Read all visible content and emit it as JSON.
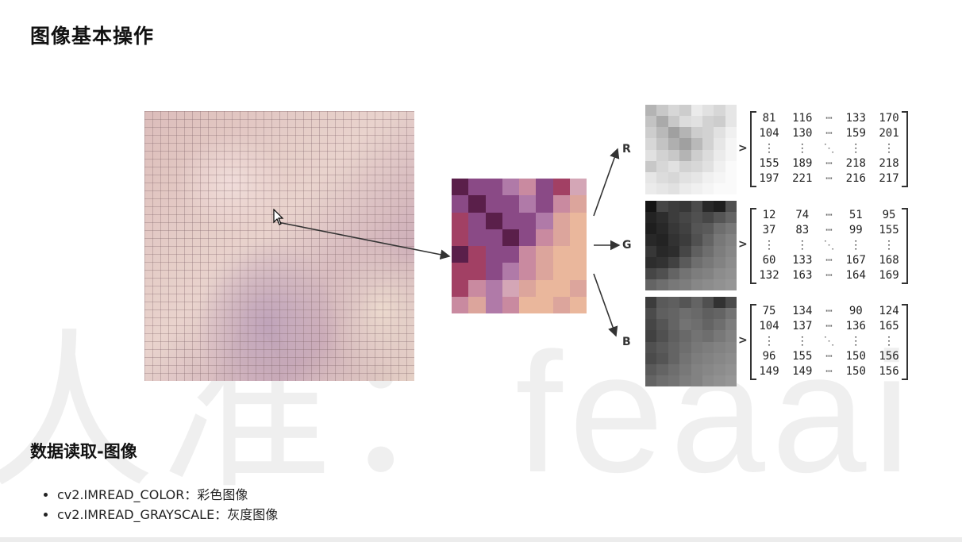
{
  "page": {
    "title": "图像基本操作",
    "section_title": "数据读取-图像",
    "bullets": [
      "cv2.IMREAD_COLOR：彩色图像",
      "cv2.IMREAD_GRAYSCALE：灰度图像"
    ]
  },
  "figure": {
    "channels": [
      {
        "label": "R",
        "rows": [
          [
            "81",
            "116",
            "⋯",
            "133",
            "170"
          ],
          [
            "104",
            "130",
            "⋯",
            "159",
            "201"
          ],
          [
            "⋮",
            "⋮",
            "⋱",
            "⋮",
            "⋮"
          ],
          [
            "155",
            "189",
            "⋯",
            "218",
            "218"
          ],
          [
            "197",
            "221",
            "⋯",
            "216",
            "217"
          ]
        ]
      },
      {
        "label": "G",
        "rows": [
          [
            "12",
            "74",
            "⋯",
            "51",
            "95"
          ],
          [
            "37",
            "83",
            "⋯",
            "99",
            "155"
          ],
          [
            "⋮",
            "⋮",
            "⋱",
            "⋮",
            "⋮"
          ],
          [
            "60",
            "133",
            "⋯",
            "167",
            "168"
          ],
          [
            "132",
            "163",
            "⋯",
            "164",
            "169"
          ]
        ]
      },
      {
        "label": "B",
        "rows": [
          [
            "75",
            "134",
            "⋯",
            "90",
            "124"
          ],
          [
            "104",
            "137",
            "⋯",
            "136",
            "165"
          ],
          [
            "⋮",
            "⋮",
            "⋱",
            "⋮",
            "⋮"
          ],
          [
            "96",
            "155",
            "⋯",
            "150",
            "156"
          ],
          [
            "149",
            "149",
            "⋯",
            "150",
            "156"
          ]
        ]
      }
    ],
    "arrow_symbol": ">"
  },
  "watermark": "人准：feaai v.cn",
  "colors": {
    "accent_dark": "#333333",
    "zoom_palette": [
      "#5a1f4a",
      "#8a4a86",
      "#b07aa8",
      "#c98aa0",
      "#dca59c",
      "#eab79c",
      "#a24064",
      "#d4a6b6"
    ]
  }
}
